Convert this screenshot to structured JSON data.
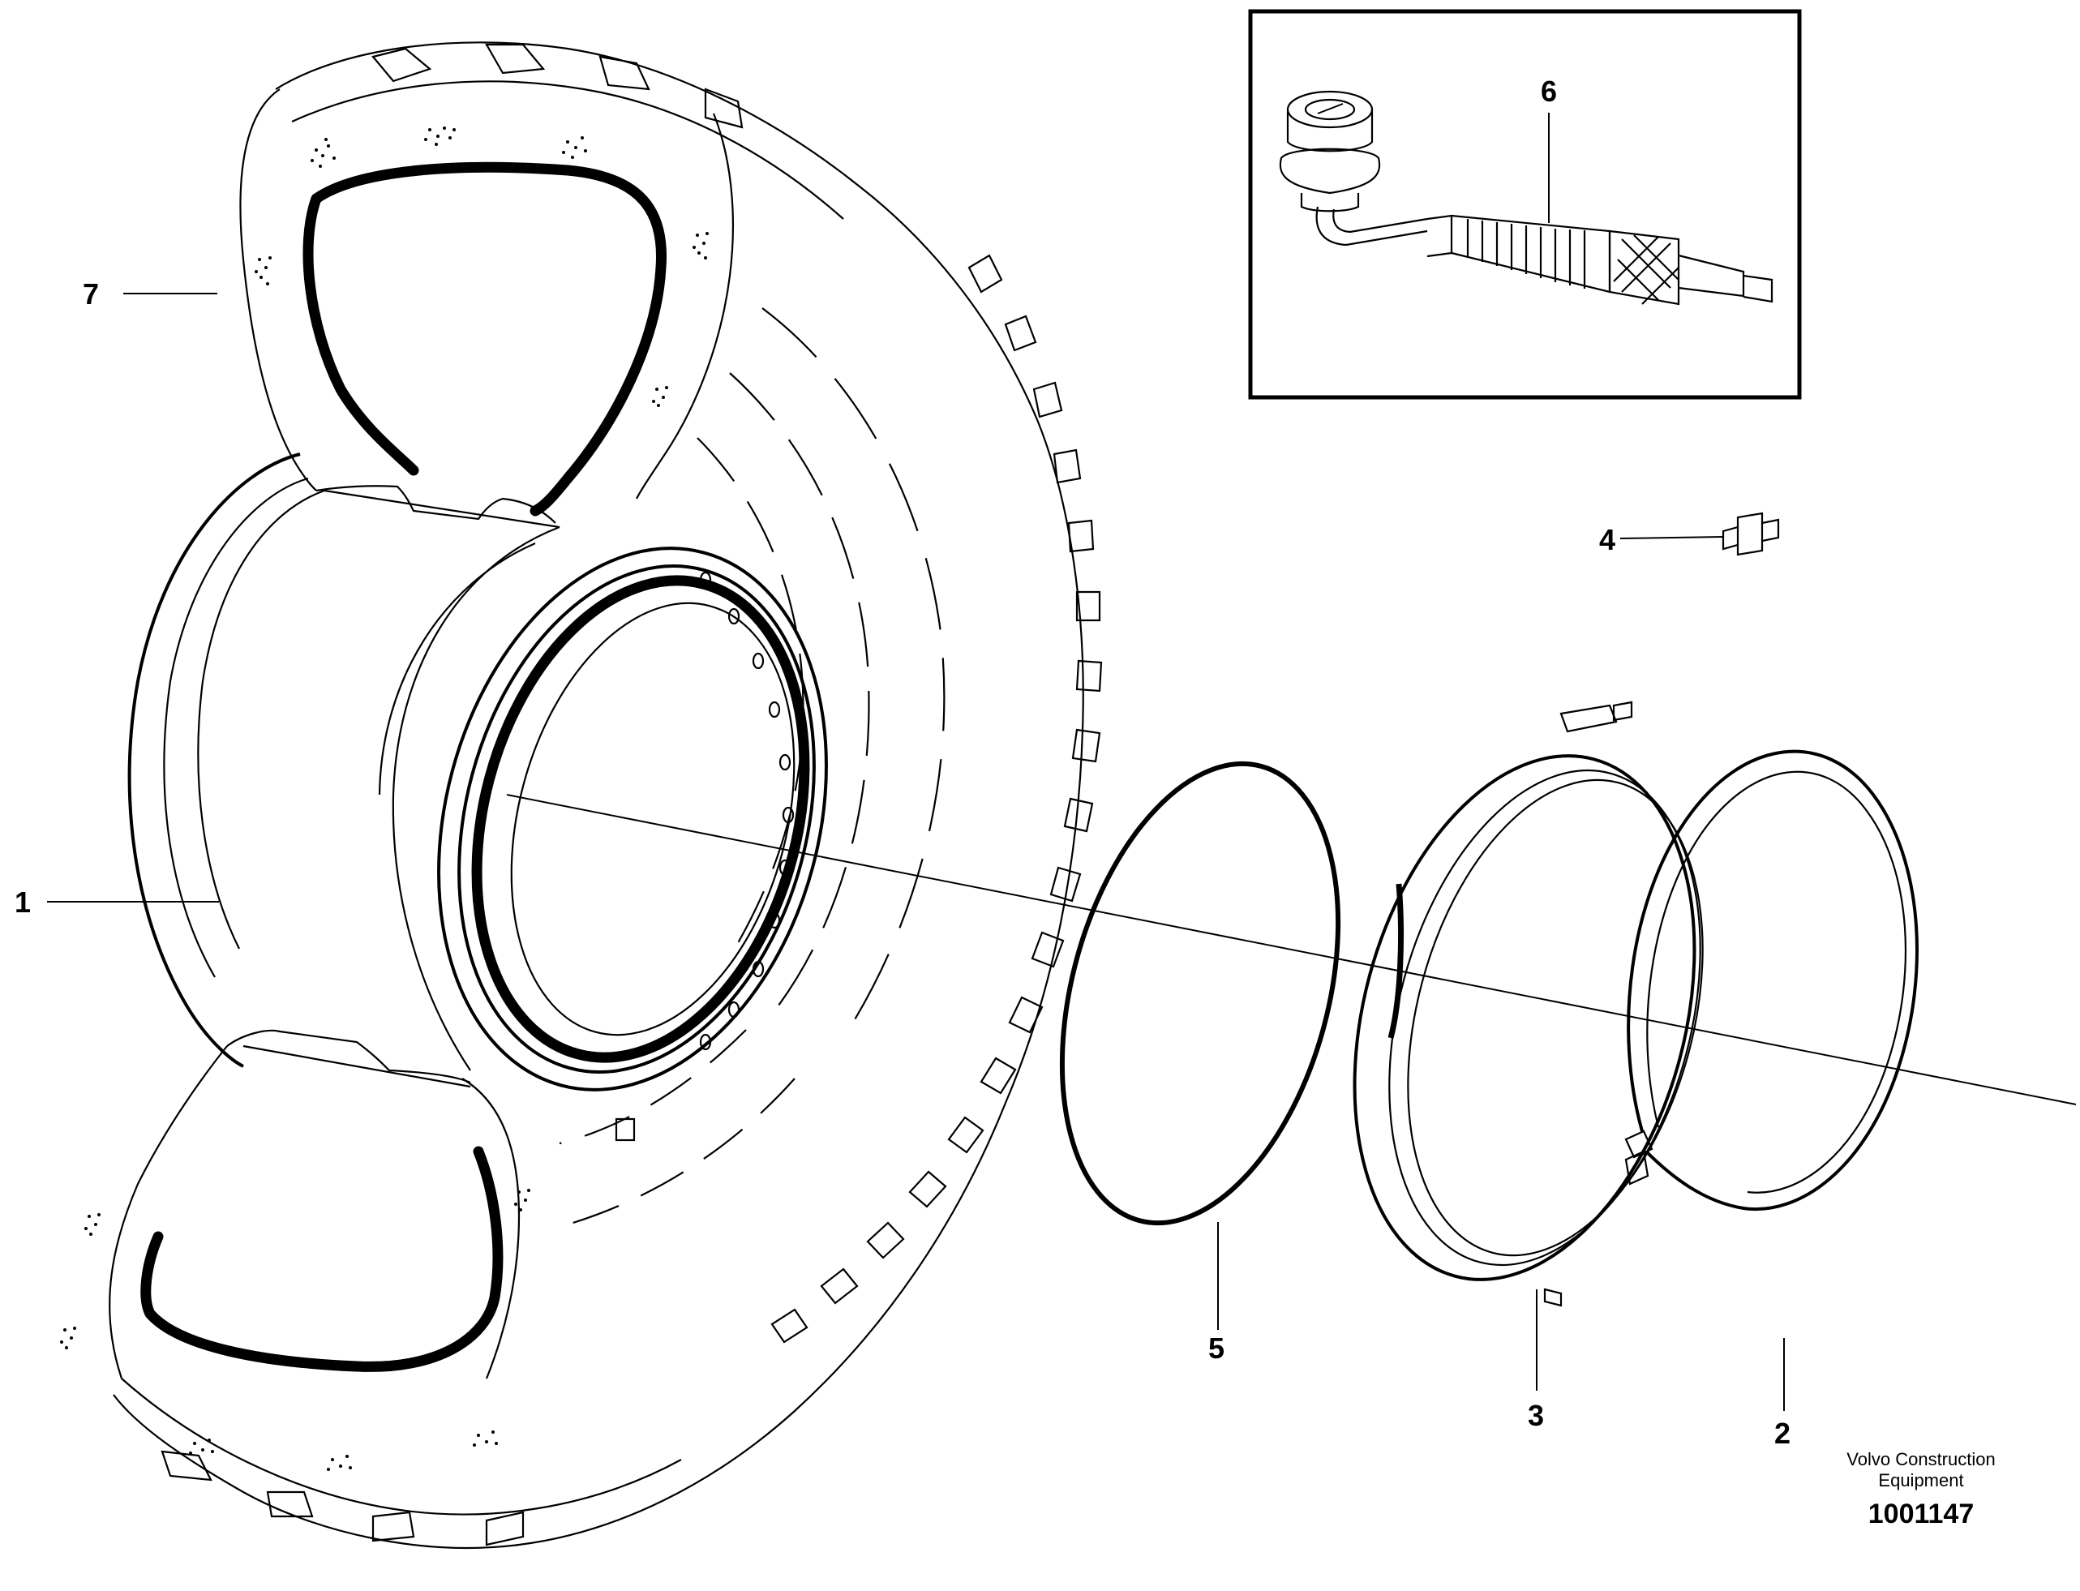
{
  "callouts": {
    "c1": "1",
    "c2": "2",
    "c3": "3",
    "c4": "4",
    "c5": "5",
    "c6": "6",
    "c7": "7"
  },
  "footer": {
    "maker_line1": "Volvo Construction",
    "maker_line2": "Equipment",
    "doc_number": "1001147"
  }
}
